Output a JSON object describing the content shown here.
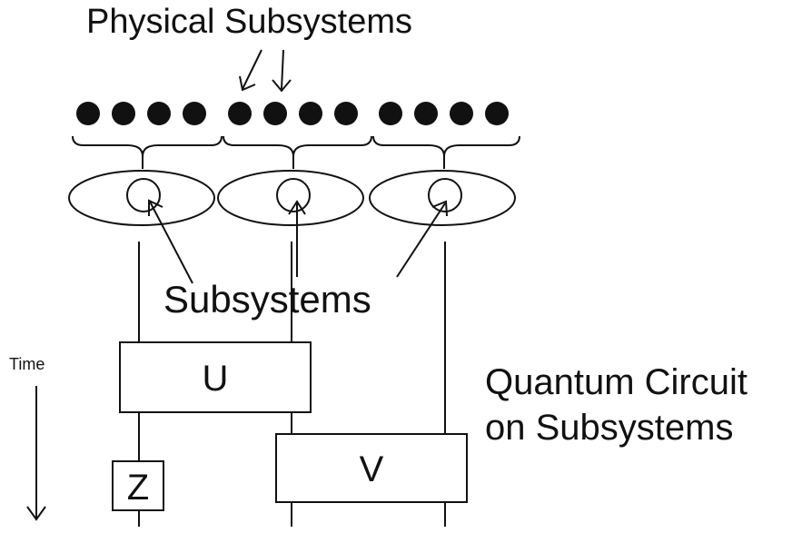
{
  "labels": {
    "physical_subsystems": "Physical Subsystems",
    "subsystems": "Subsystems",
    "time": "Time",
    "circuit_line1": "Quantum Circuit",
    "circuit_line2": "on Subsystems"
  },
  "gates": {
    "u": "U",
    "z": "Z",
    "v": "V"
  },
  "groups": [
    {
      "name": "group-1",
      "dot_count": 4
    },
    {
      "name": "group-2",
      "dot_count": 4
    },
    {
      "name": "group-3",
      "dot_count": 4
    }
  ]
}
